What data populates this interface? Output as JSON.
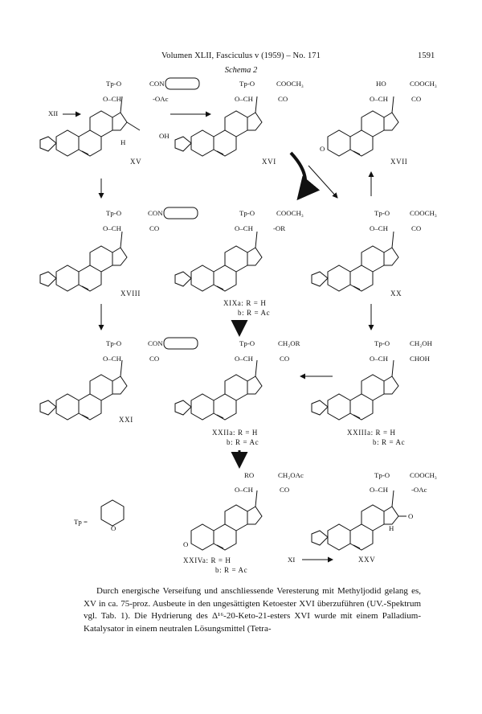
{
  "header": {
    "left": "Volumen XLII, Fasciculus v (1959) – No. 171",
    "page_number": "1591"
  },
  "scheme_title": "Schema 2",
  "labels": {
    "tp_o": "Tp-O",
    "o_ch": "O–CH",
    "co": "CO",
    "con": "CON",
    "cooch3": "COOCH₃",
    "ho": "HO",
    "ro": "RO",
    "ch2or": "CH₂OR",
    "ch2oac": "CH₂OAc",
    "ch2oh": "CH₂OH",
    "choh": "CHOH",
    "oac": "-OAc",
    "or": "-OR",
    "oh": "OH",
    "h": "H",
    "o": "O",
    "tp_def": "Tp =",
    "xi_arrow": "XI",
    "xii_arrow": "XII"
  },
  "compounds": {
    "xv": "XV",
    "xvi": "XVI",
    "xvii": "XVII",
    "xviii": "XVIII",
    "xix": "XIXa: R = H",
    "xix_b": "b: R = Ac",
    "xx": "XX",
    "xxi": "XXI",
    "xxii": "XXIIa: R = H",
    "xxii_b": "b: R = Ac",
    "xxiii": "XXIIIa: R = H",
    "xxiii_b": "b: R = Ac",
    "xxiv": "XXIVa: R = H",
    "xxiv_b": "b: R = Ac",
    "xxv": "XXV"
  },
  "body": "Durch energische Verseifung und anschliessende Veresterung mit Methyljodid gelang es, XV in ca. 75-proz. Ausbeute in den ungesättigten Ketoester XVI überzuführen (UV.-Spektrum vgl. Tab. 1). Die Hydrierung des Δ¹⁶-20-Keto-21-esters XVI wurde mit einem Palladium-Katalysator in einem neutralen Lösungsmittel (Tetra-"
}
